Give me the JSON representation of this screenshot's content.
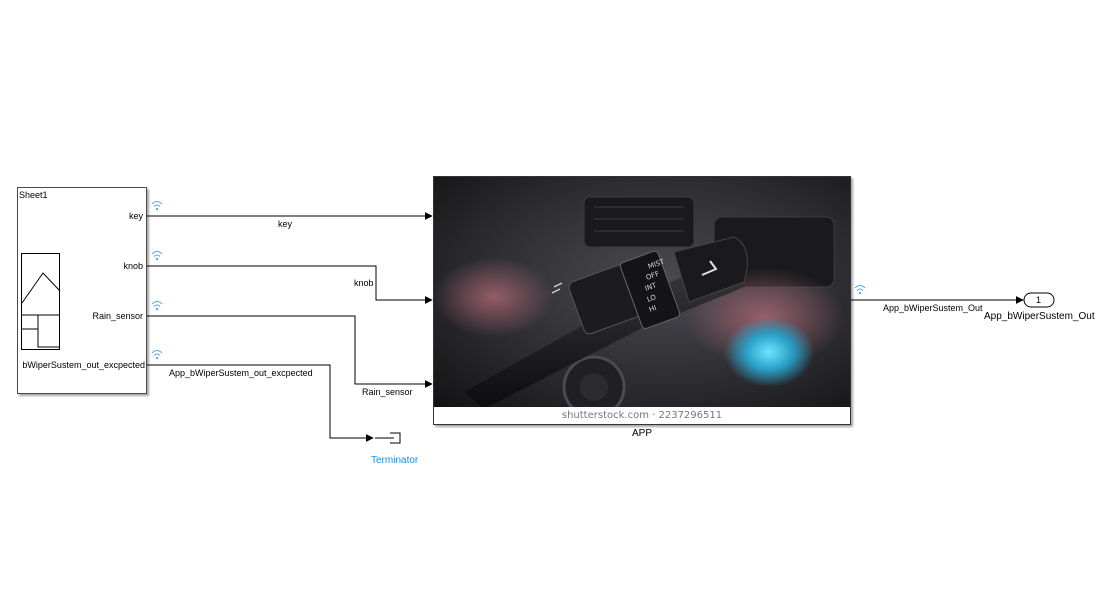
{
  "sheet_block": {
    "title": "Sheet1",
    "ports": [
      "key",
      "knob",
      "Rain_sensor",
      "bWiperSustem_out_excpected"
    ]
  },
  "signals": {
    "key": "key",
    "knob": "knob",
    "rain": "Rain_sensor",
    "expected": "App_bWiperSustem_out_excpected",
    "out": "App_bWiperSustem_Out"
  },
  "app_block": {
    "name": "APP",
    "image_caption": "shutterstock.com · 2237296511"
  },
  "outport": {
    "number": "1",
    "name": "App_bWiperSustem_Out"
  },
  "terminator": {
    "name": "Terminator"
  },
  "colors": {
    "line": "#000000",
    "signal_icon": "#5aa9e6",
    "terminator_text": "#1e8fd6"
  },
  "icons": {
    "signal_logging": "wifi-icon"
  }
}
